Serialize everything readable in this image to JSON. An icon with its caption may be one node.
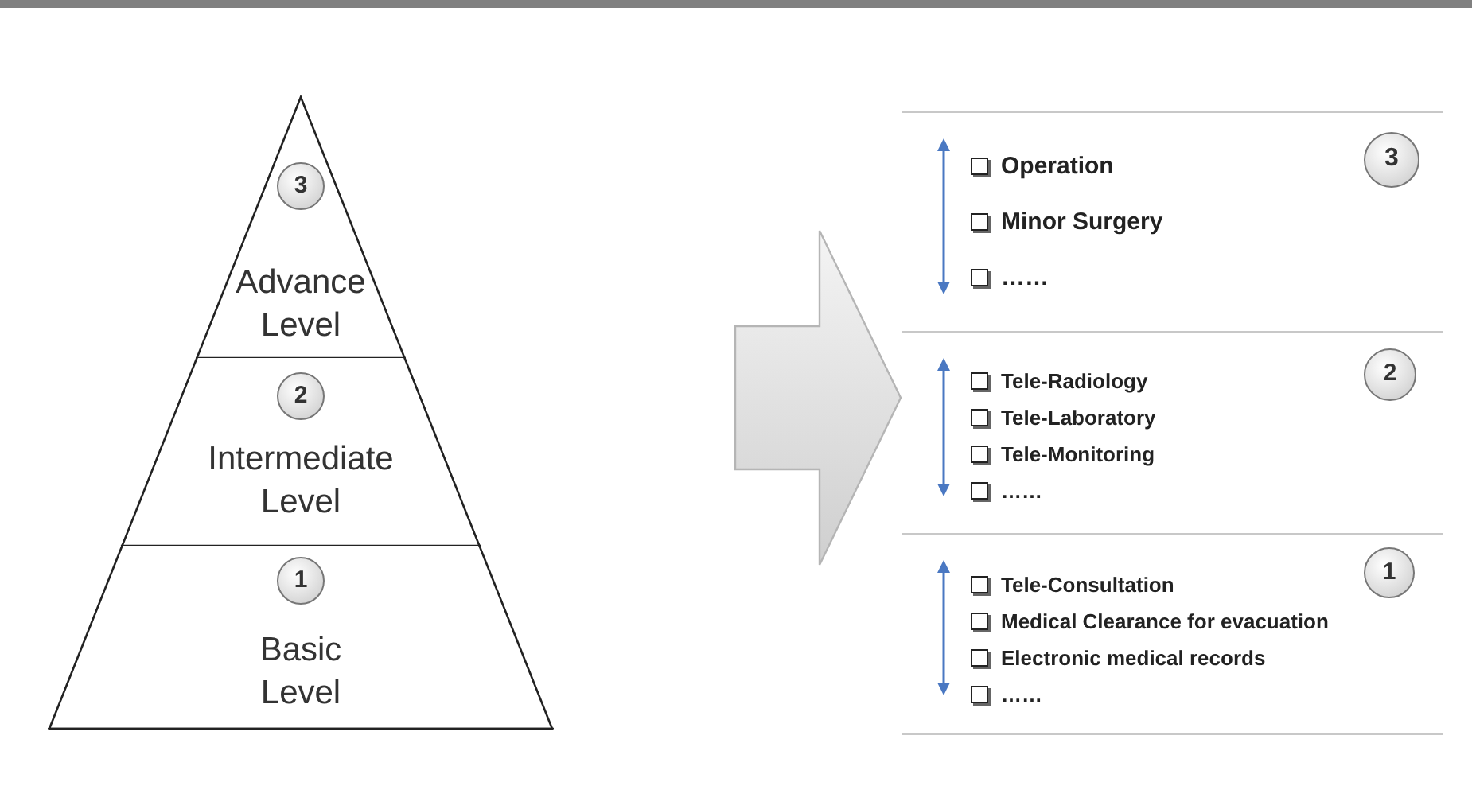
{
  "diagram": {
    "nodes": [
      {
        "text": [],
        "shape": "triangle"
      },
      {
        "text": [
          "Advance Level"
        ],
        "in": 0
      },
      {
        "text": [
          "3"
        ],
        "in": 1
      },
      {
        "text": [
          "Intermediate Level"
        ],
        "in": 0
      },
      {
        "text": [
          "2"
        ],
        "in": 3
      },
      {
        "text": [
          "Basic Level"
        ],
        "in": 0
      },
      {
        "text": [
          "1"
        ],
        "in": 5
      },
      {
        "text": [
          "Operation",
          "Minor Surgery",
          "……"
        ]
      },
      {
        "text": [
          "3"
        ],
        "in": 7
      },
      {
        "text": [
          "Tele-Radiology",
          "Tele-Laboratory",
          "Tele-Monitoring",
          "……"
        ]
      },
      {
        "text": [
          "2"
        ],
        "in": 9
      },
      {
        "text": [
          "Tele-Consultation",
          "Medical Clearance for evacuation",
          "Electronic medical records",
          "……"
        ]
      },
      {
        "text": [
          "1"
        ],
        "in": 11
      }
    ],
    "edges": [
      {
        "from": 0,
        "to": 9,
        "arrow": "to",
        "style": "thick"
      }
    ]
  }
}
